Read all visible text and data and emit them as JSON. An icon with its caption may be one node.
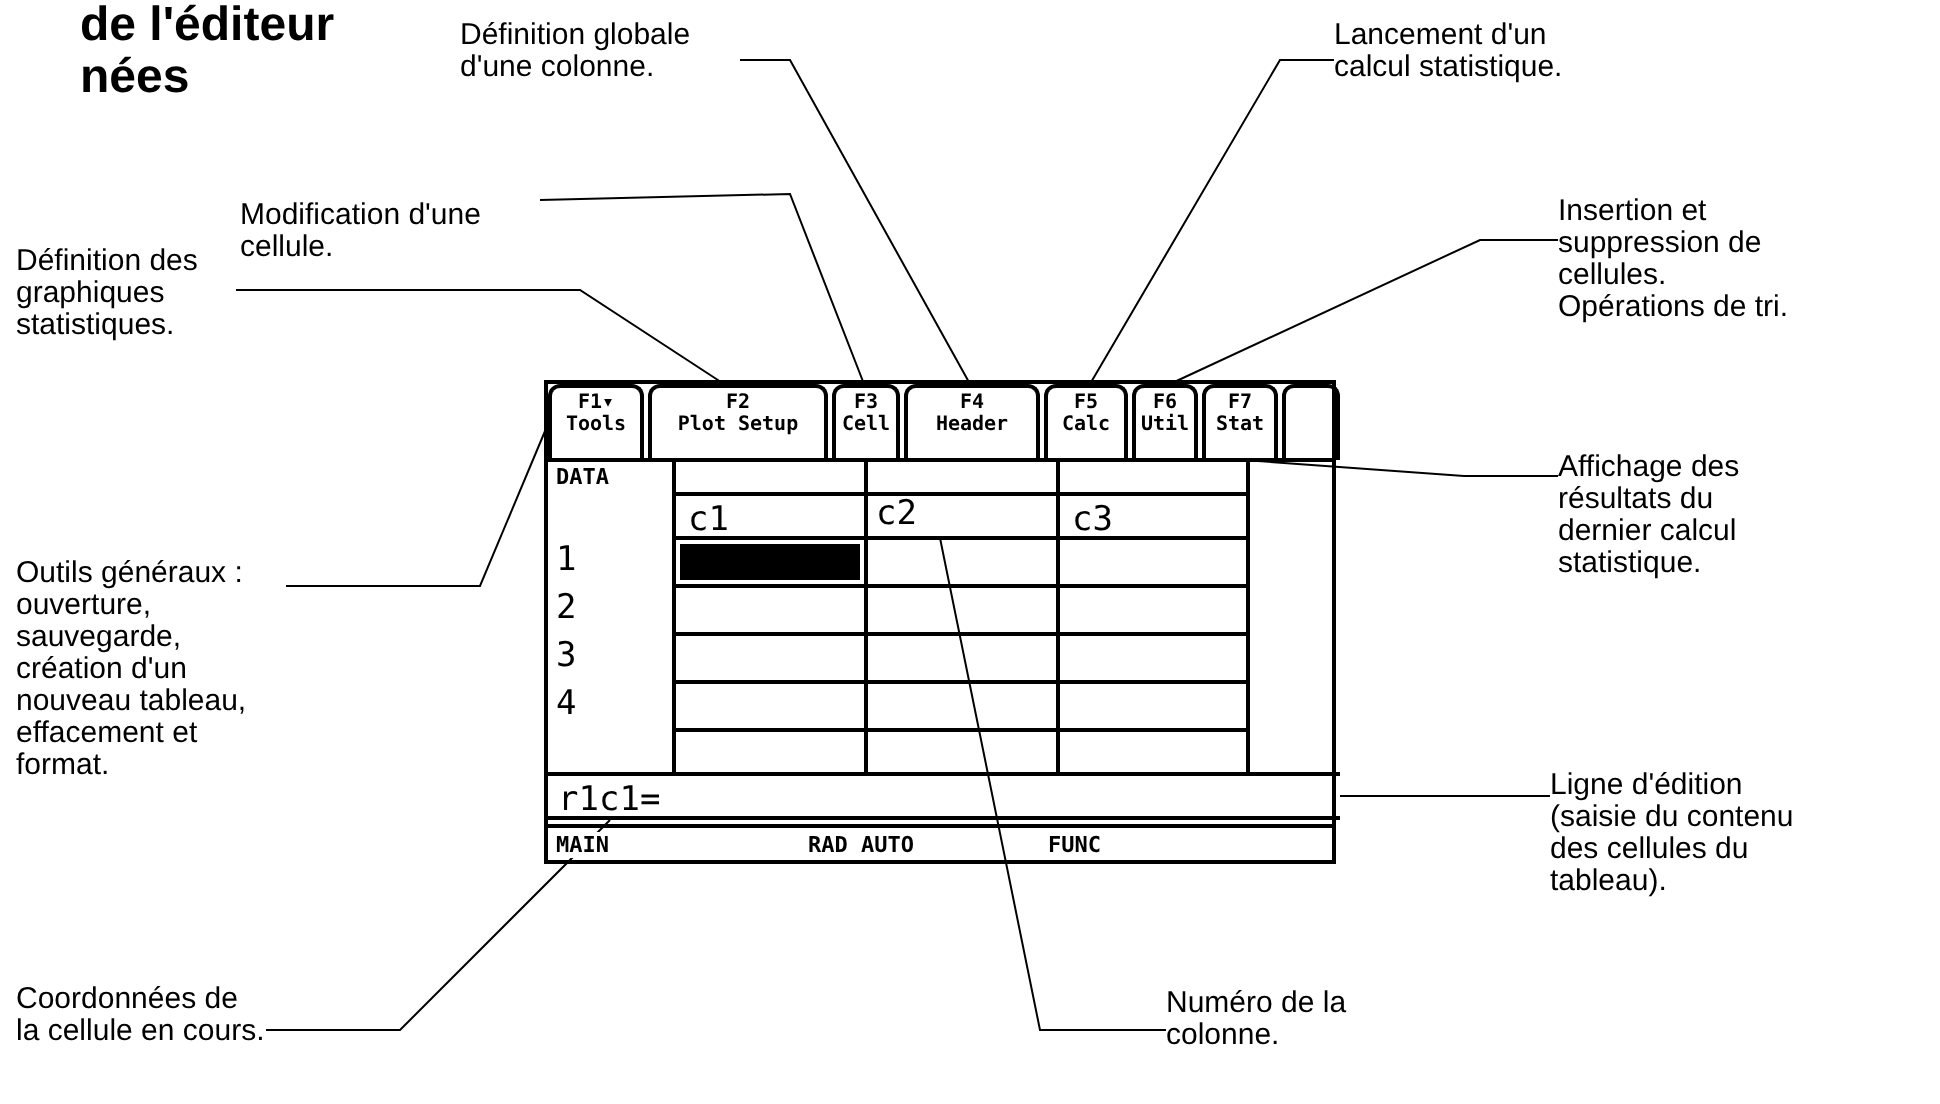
{
  "diagram": {
    "title": "de l'éditeur nées",
    "nodes": [
      {
        "text": [
          "Définition globale d'une colonne."
        ]
      },
      {
        "text": [
          "Lancement d'un calcul statistique."
        ]
      },
      {
        "text": [
          "Modification d'une cellule."
        ]
      },
      {
        "text": [
          "Définition des graphiques statistiques."
        ]
      },
      {
        "text": [
          "Insertion et suppression de cellules. Opérations de tri."
        ]
      },
      {
        "text": [],
        "shape": "box"
      },
      {
        "text": [
          "F1▾",
          "Tools"
        ],
        "in": 5
      },
      {
        "text": [
          "F2",
          "Plot Setup"
        ],
        "in": 5
      },
      {
        "text": [
          "F3",
          "Cell"
        ],
        "in": 5
      },
      {
        "text": [
          "F4",
          "Header"
        ],
        "in": 5
      },
      {
        "text": [
          "F5",
          "Calc"
        ],
        "in": 5
      },
      {
        "text": [
          "F6",
          "Util"
        ],
        "in": 5
      },
      {
        "text": [
          "F7",
          "Stat"
        ],
        "in": 5
      },
      {
        "text": [],
        "shape": "box",
        "in": 5
      },
      {
        "text": [
          "c2"
        ],
        "in": 5
      },
      {
        "text": [],
        "shape": "bar",
        "in": 5
      },
      {
        "text": [
          "r1c1="
        ],
        "in": 15
      },
      {
        "text": [
          "Affichage des résultats du dernier calcul statistique."
        ]
      },
      {
        "text": [
          "Outils généraux : ouverture, sauvegarde, création d'un nouveau tableau, effacement et format."
        ]
      },
      {
        "text": [
          "Ligne d'édition (saisie du contenu des cellules du tableau)."
        ]
      },
      {
        "text": [
          "Coordonnées de la cellule en cours."
        ]
      },
      {
        "text": [
          "Numéro de la colonne."
        ]
      }
    ],
    "edges": [
      {
        "from": 0,
        "to": 9,
        "arrow": "none"
      },
      {
        "from": 1,
        "to": 10,
        "arrow": "none"
      },
      {
        "from": 2,
        "to": 8,
        "arrow": "none"
      },
      {
        "from": 3,
        "to": 7,
        "arrow": "none"
      },
      {
        "from": 4,
        "to": 11,
        "arrow": "none"
      },
      {
        "from": 17,
        "to": 12,
        "arrow": "none"
      },
      {
        "from": 18,
        "to": 6,
        "arrow": "none"
      },
      {
        "from": 19,
        "to": 15,
        "arrow": "none"
      },
      {
        "from": 20,
        "to": 16,
        "arrow": "none"
      },
      {
        "from": 21,
        "to": 14,
        "arrow": "none"
      }
    ],
    "labels": [
      "DATA",
      "c1",
      "c3",
      "1",
      "2",
      "3",
      "4",
      "MAIN",
      "RAD AUTO",
      "FUNC"
    ]
  }
}
